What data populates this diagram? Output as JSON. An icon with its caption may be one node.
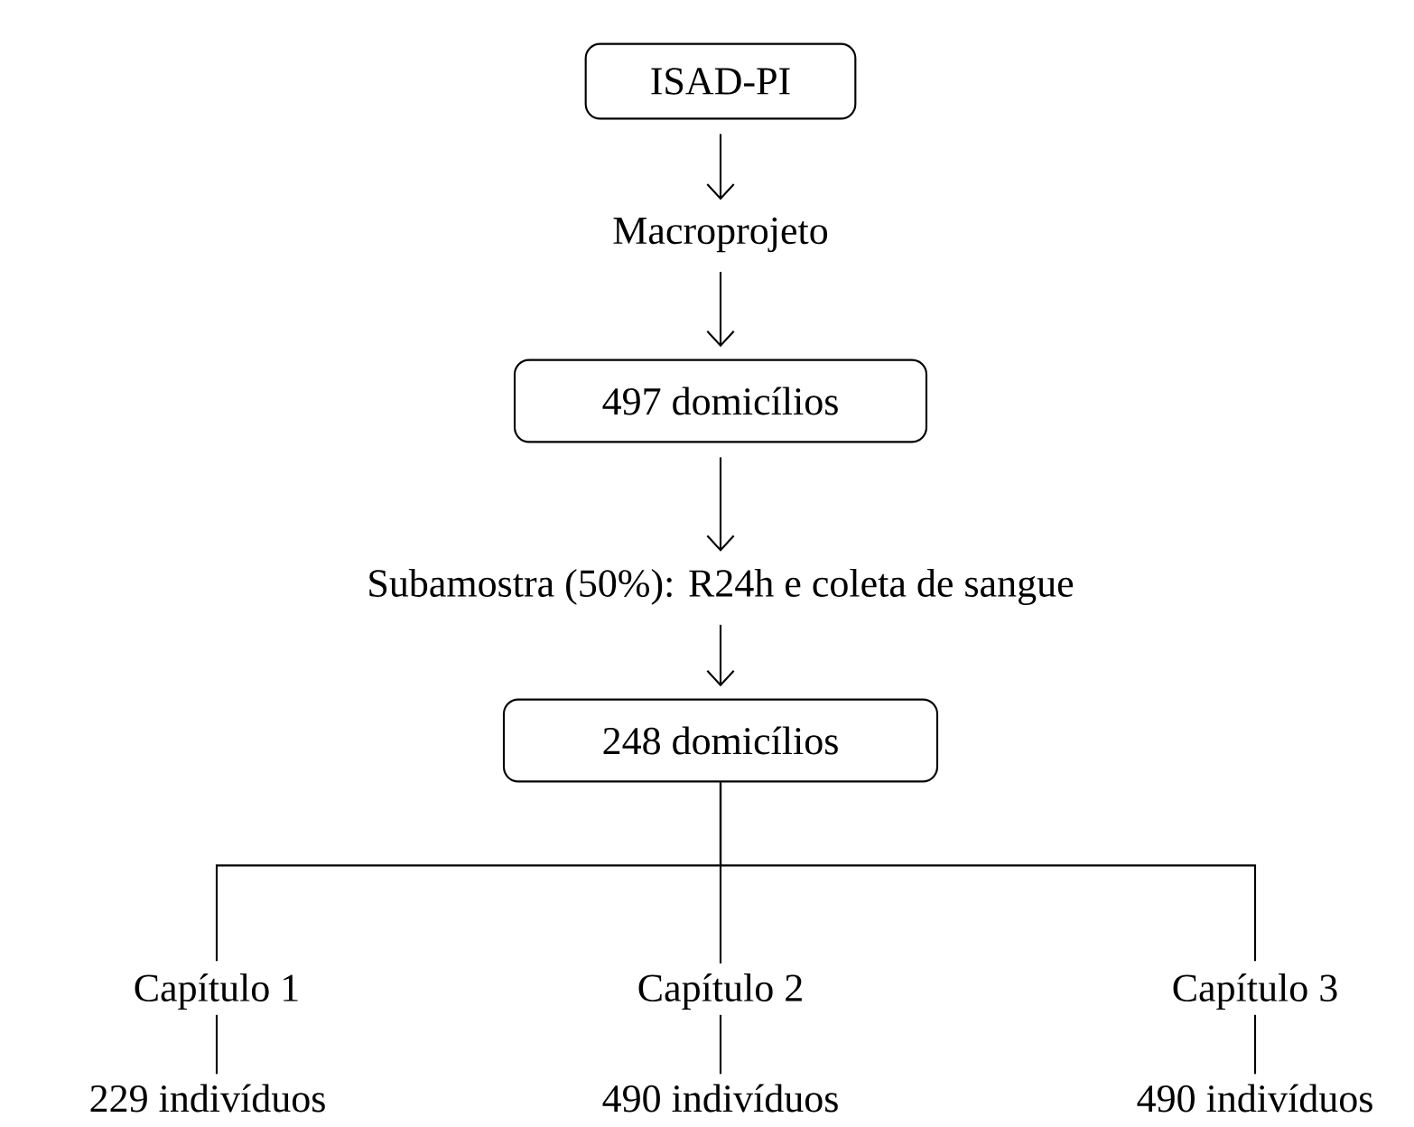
{
  "diagram": {
    "nodes": [
      {
        "text": [
          "ISAD-PI"
        ]
      },
      {
        "text": [
          "Macroprojeto"
        ]
      },
      {
        "text": [
          "497 domicílios"
        ]
      },
      {
        "text": [
          "Subamostra (50%): R24h e coleta de sangue"
        ]
      },
      {
        "text": [
          "248 domicílios"
        ]
      },
      {
        "text": [
          "Capítulo 1"
        ]
      },
      {
        "text": [
          "Capítulo 2"
        ]
      },
      {
        "text": [
          "Capítulo 3"
        ]
      },
      {
        "text": [
          "229 indivíduos"
        ]
      },
      {
        "text": [
          "490 indivíduos"
        ]
      },
      {
        "text": [
          "490 indivíduos"
        ]
      }
    ],
    "edges": [
      {
        "from": 0,
        "to": 1,
        "arrow": "to"
      },
      {
        "from": 1,
        "to": 2,
        "arrow": "to"
      },
      {
        "from": 2,
        "to": 3,
        "arrow": "to"
      },
      {
        "from": 3,
        "to": 4,
        "arrow": "to"
      },
      {
        "from": 4,
        "to": 5,
        "arrow": "none"
      },
      {
        "from": 4,
        "to": 6,
        "arrow": "none"
      },
      {
        "from": 4,
        "to": 7,
        "arrow": "none"
      },
      {
        "from": 5,
        "to": 8,
        "arrow": "none"
      },
      {
        "from": 6,
        "to": 9,
        "arrow": "none"
      },
      {
        "from": 7,
        "to": 10,
        "arrow": "none"
      }
    ]
  }
}
